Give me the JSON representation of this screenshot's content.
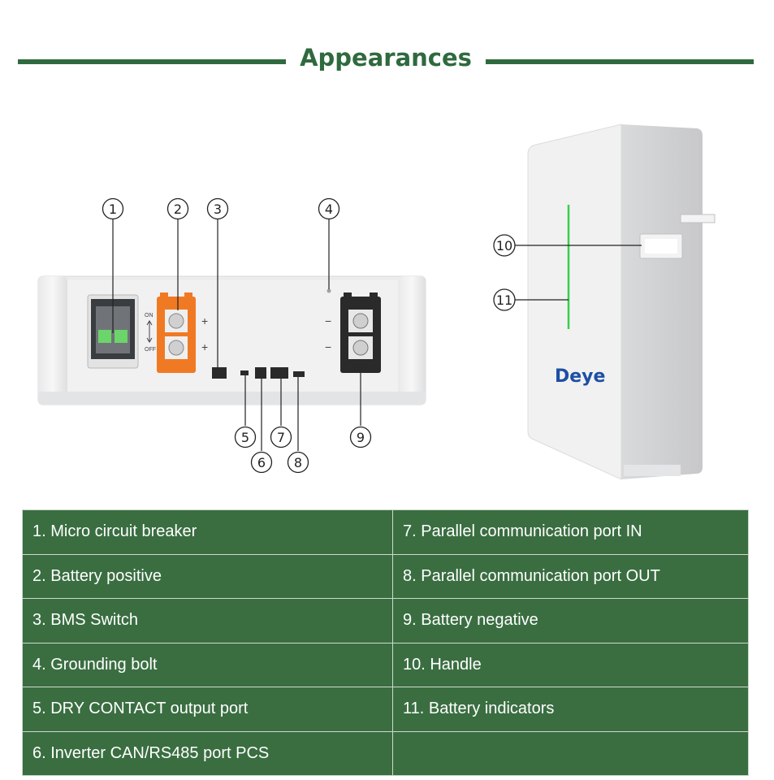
{
  "header": {
    "title": "Appearances"
  },
  "callouts": {
    "front": [
      "1",
      "2",
      "3",
      "4",
      "5",
      "6",
      "7",
      "8",
      "9"
    ],
    "side": [
      "10",
      "11"
    ]
  },
  "panel": {
    "on_label": "ON",
    "off_label": "OFF",
    "plus": "+",
    "minus": "−",
    "brand": "Deye"
  },
  "legend": {
    "left": [
      "1. Micro circuit breaker",
      "2. Battery positive",
      "3. BMS Switch",
      "4. Grounding bolt",
      "5. DRY CONTACT output port",
      "6. Inverter CAN/RS485 port PCS"
    ],
    "right": [
      "7. Parallel communication port IN",
      "8. Parallel communication port OUT",
      "9. Battery negative",
      "10. Handle",
      "11. Battery indicators",
      ""
    ]
  },
  "colors": {
    "accent_green": "#2f6a3e",
    "table_green": "#3a6e41",
    "terminal_orange": "#f07a24",
    "terminal_black": "#2a2a2a",
    "indicator_green": "#39d04a",
    "brand_blue": "#1d4fa3"
  }
}
